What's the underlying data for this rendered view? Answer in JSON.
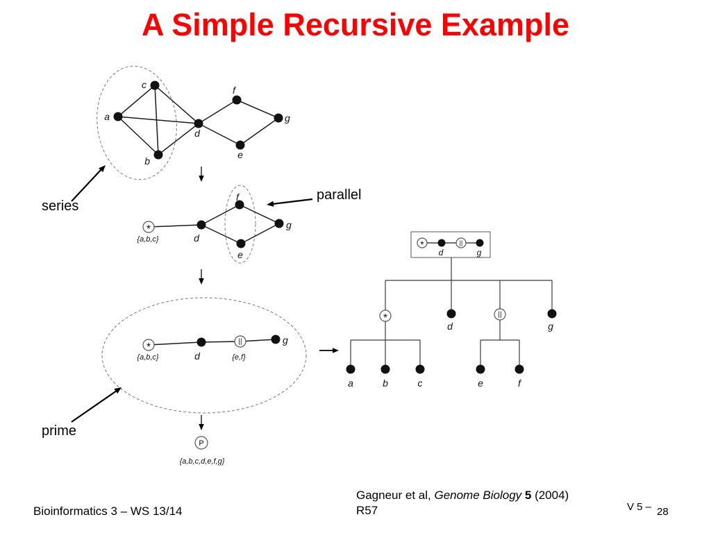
{
  "title": "A Simple Recursive Example",
  "colors": {
    "title_red": "#ff0000"
  },
  "annotations": {
    "series": "series",
    "parallel": "parallel",
    "prime": "prime"
  },
  "nodes": {
    "a": "a",
    "b": "b",
    "c": "c",
    "d": "d",
    "e": "e",
    "f": "f",
    "g": "g"
  },
  "modules": {
    "abc": "{a,b,c}",
    "ef": "{e,f}",
    "all": "{a,b,c,d,e,f,g}"
  },
  "operators": {
    "series": "*",
    "parallel": "||",
    "prime": "P"
  },
  "footer": {
    "course": "Bioinformatics 3 – WS 13/14",
    "citation": {
      "authors": "Gagneur et al, ",
      "journal": "Genome Biology",
      "volume": " 5",
      "year": " (2004)",
      "pages": "R57"
    },
    "version": "V 5  –",
    "page": "28"
  }
}
